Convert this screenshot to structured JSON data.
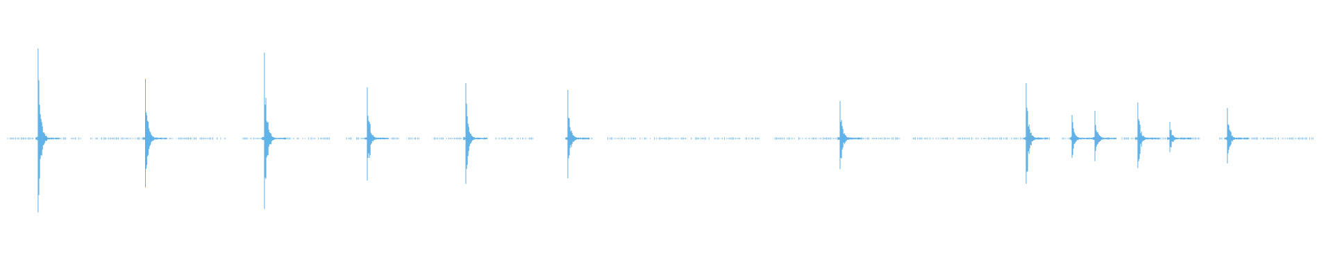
{
  "waveform": {
    "color": "#5aaee6",
    "background": "#ffffff",
    "transients": [
      {
        "pos": 0.0286,
        "amp": 0.65
      },
      {
        "pos": 0.1091,
        "amp": 0.43
      },
      {
        "pos": 0.1984,
        "amp": 0.62
      },
      {
        "pos": 0.2755,
        "amp": 0.37
      },
      {
        "pos": 0.3495,
        "amp": 0.4
      },
      {
        "pos": 0.426,
        "amp": 0.35
      },
      {
        "pos": 0.6302,
        "amp": 0.27
      },
      {
        "pos": 0.7698,
        "amp": 0.4
      },
      {
        "pos": 0.8042,
        "amp": 0.17
      },
      {
        "pos": 0.8214,
        "amp": 0.2
      },
      {
        "pos": 0.8536,
        "amp": 0.26
      },
      {
        "pos": 0.8776,
        "amp": 0.12
      },
      {
        "pos": 0.9208,
        "amp": 0.22
      }
    ],
    "noise_segments": [
      [
        0.005,
        0.061
      ],
      [
        0.068,
        0.169
      ],
      [
        0.182,
        0.221
      ],
      [
        0.223,
        0.248
      ],
      [
        0.26,
        0.3
      ],
      [
        0.305,
        0.315
      ],
      [
        0.325,
        0.36
      ],
      [
        0.372,
        0.402
      ],
      [
        0.423,
        0.445
      ],
      [
        0.456,
        0.57
      ],
      [
        0.58,
        0.675
      ],
      [
        0.685,
        0.715
      ],
      [
        0.718,
        0.79
      ],
      [
        0.797,
        0.83
      ],
      [
        0.84,
        0.9
      ],
      [
        0.915,
        0.985
      ]
    ]
  }
}
